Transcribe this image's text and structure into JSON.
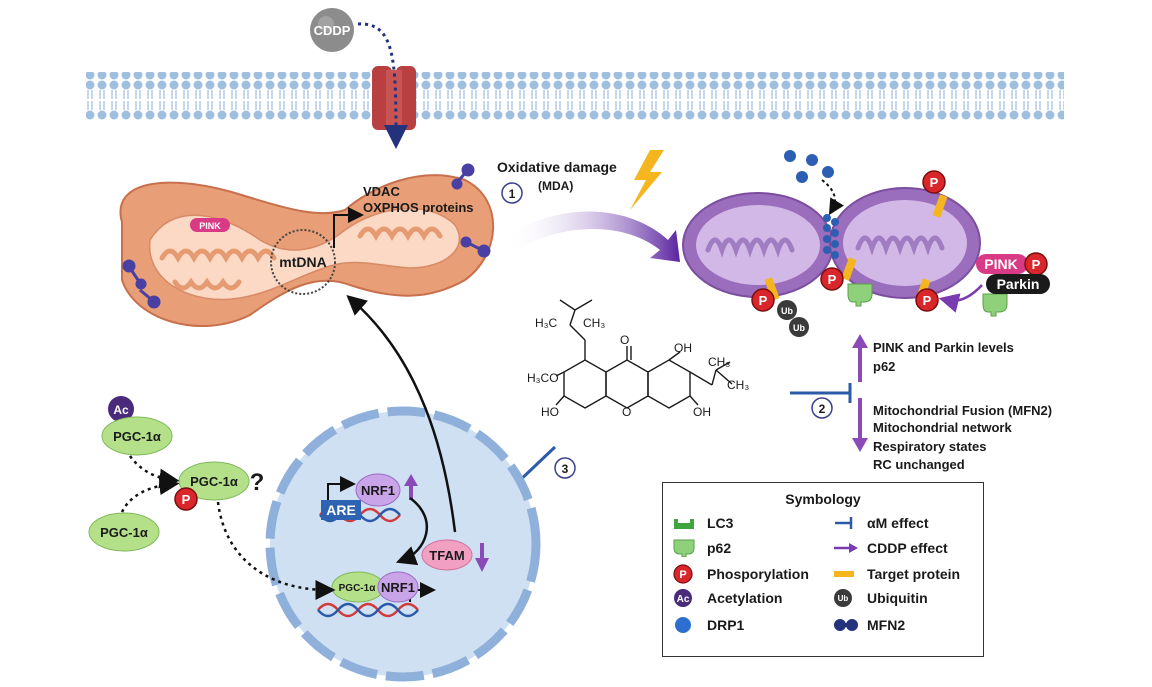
{
  "labels": {
    "cddp": "CDDP",
    "pink_mito": "PINK",
    "mtdna": "mtDNA",
    "vdac": "VDAC",
    "oxphos": "OXPHOS proteins",
    "oxidative_damage": "Oxidative damage",
    "mda": "(MDA)",
    "step1": "1",
    "step2": "2",
    "step3": "3",
    "pink_box": "PINK",
    "parkin_box": "Parkin",
    "p": "P",
    "ub": "Ub",
    "ac": "Ac",
    "pgc1a": "PGC-1α",
    "pgc1a_short": "PGC-1α",
    "question": "?",
    "nrf1": "NRF1",
    "are": "ARE",
    "tfam": "TFAM"
  },
  "chemical": {
    "ch3_top": "H₃C",
    "ch3_top_right": "CH₃",
    "ch3_right_top": "CH₃",
    "ch3_right_bottom": "CH₃",
    "h3co": "H₃CO",
    "oh_top": "OH",
    "o_carbonyl": "O",
    "o_ring": "O",
    "ho_left": "HO",
    "oh_right": "OH"
  },
  "effects": {
    "up": [
      "PINK and Parkin levels",
      "p62"
    ],
    "down": [
      "Mitochondrial Fusion (MFN2)",
      "Mitochondrial network",
      "Respiratory states",
      "RC unchanged"
    ]
  },
  "legend": {
    "title": "Symbology",
    "items": [
      {
        "label": "LC3",
        "icon": "lc3-icon"
      },
      {
        "label": "αM effect",
        "icon": "inhibition-icon"
      },
      {
        "label": "p62",
        "icon": "p62-icon"
      },
      {
        "label": "CDDP effect",
        "icon": "arrow-icon"
      },
      {
        "label": "Phosporylation",
        "icon": "phosphorylation-icon",
        "glyph": "P"
      },
      {
        "label": "Target protein",
        "icon": "target-protein-icon"
      },
      {
        "label": "Acetylation",
        "icon": "acetylation-icon",
        "glyph": "Ac"
      },
      {
        "label": "Ubiquitin",
        "icon": "ubiquitin-icon",
        "glyph": "Ub"
      },
      {
        "label": "DRP1",
        "icon": "drp1-icon"
      },
      {
        "label": "MFN2",
        "icon": "mfn2-icon"
      }
    ]
  },
  "colors": {
    "membrane": "#9fbfe0",
    "mito_orange": "#e8a07a",
    "mito_purple": "#a77bc4",
    "nucleus": "#cfe0f3",
    "pgc_green": "#b5e08a",
    "purple_arrow": "#6a2fa0",
    "inhibit_blue": "#2b5aa8",
    "red_p": "#d9262b",
    "target_yellow": "#f5b51f"
  }
}
